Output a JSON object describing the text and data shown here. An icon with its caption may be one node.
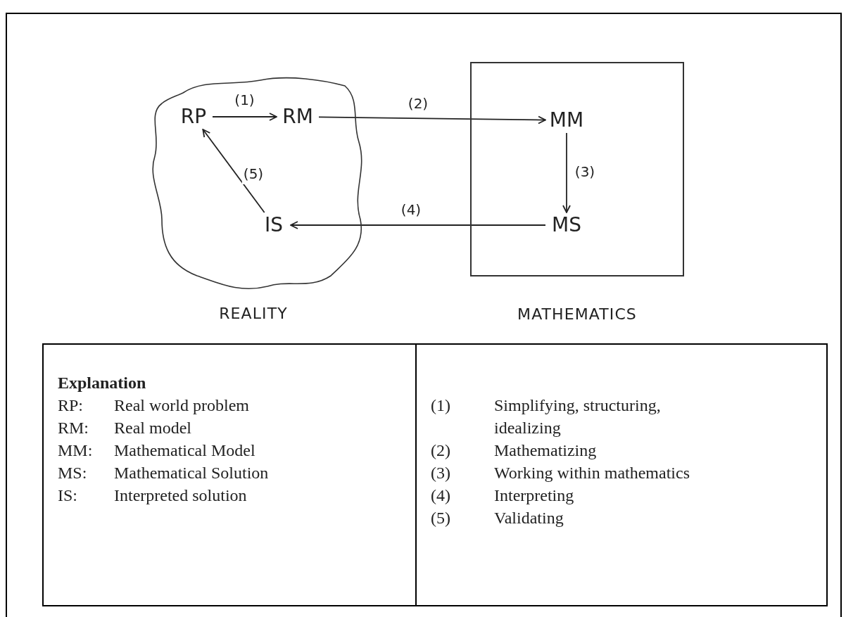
{
  "diagram": {
    "nodes": [
      {
        "text": [
          "REALITY"
        ]
      },
      {
        "text": [
          "MATHEMATICS"
        ]
      },
      {
        "text": [
          "RP"
        ],
        "in": 0
      },
      {
        "text": [
          "RM"
        ],
        "in": 0
      },
      {
        "text": [
          "MM"
        ],
        "in": 1
      },
      {
        "text": [
          "MS"
        ],
        "in": 1
      },
      {
        "text": [
          "IS"
        ],
        "in": 0
      }
    ],
    "edges": [
      {
        "from": 2,
        "to": 3,
        "arrow": "to",
        "label": "(1)"
      },
      {
        "from": 3,
        "to": 4,
        "arrow": "to",
        "label": "(2)"
      },
      {
        "from": 4,
        "to": 5,
        "arrow": "to",
        "label": "(3)"
      },
      {
        "from": 5,
        "to": 6,
        "arrow": "to",
        "label": "(4)"
      },
      {
        "from": 6,
        "to": 2,
        "arrow": "to",
        "label": "(5)"
      }
    ],
    "labels": [
      "Explanation",
      "RP:",
      "Real world problem",
      "RM:",
      "Real model",
      "MM:",
      "Mathematical Model",
      "MS:",
      "Mathematical Solution",
      "IS:",
      "Interpreted solution",
      "(1)",
      "Simplifying, structuring, idealizing",
      "(2)",
      "Mathematizing",
      "(3)",
      "Working within mathematics",
      "(4)",
      "Interpreting",
      "(5)",
      "Validating"
    ]
  }
}
